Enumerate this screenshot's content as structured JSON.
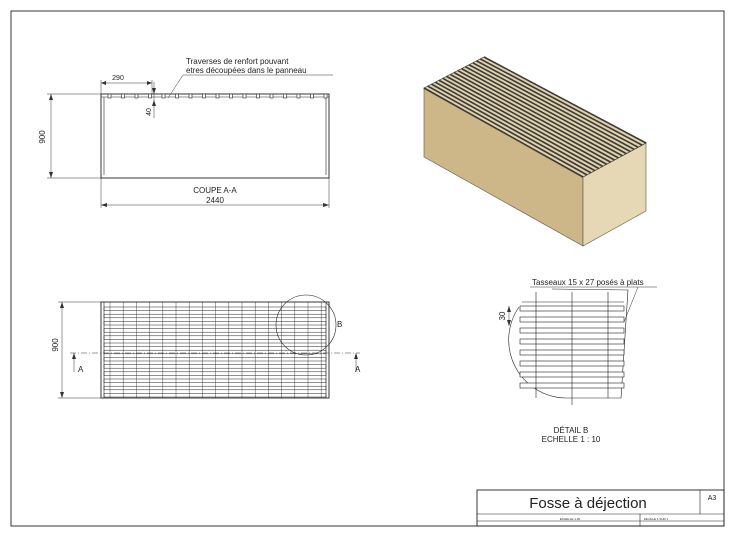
{
  "section_view": {
    "width_dim": "2440",
    "height_dim": "900",
    "offset_dim": "290",
    "depth_dim": "40",
    "caption": "COUPE A-A",
    "note_line1": "Traverses de renfort pouvant",
    "note_line2": "etres découpées dans le panneau"
  },
  "top_view": {
    "height_dim": "900",
    "cut_label_left": "A",
    "cut_label_right": "A",
    "detail_label": "B"
  },
  "detail_view": {
    "note": "Tasseaux 15 x 27 posés à plats",
    "dim": "30",
    "caption_line1": "DÉTAIL B",
    "caption_line2": "ECHELLE 1 : 10"
  },
  "title_block": {
    "title": "Fosse à déjection",
    "size": "A3",
    "scale_text": "ECHELLE 1:20",
    "sheet_text": "FEUILLE 1 SUR 1"
  },
  "colors": {
    "wood_front": "#e6d7b5",
    "wood_side": "#cdb788",
    "slats": "#3a3a3a"
  }
}
